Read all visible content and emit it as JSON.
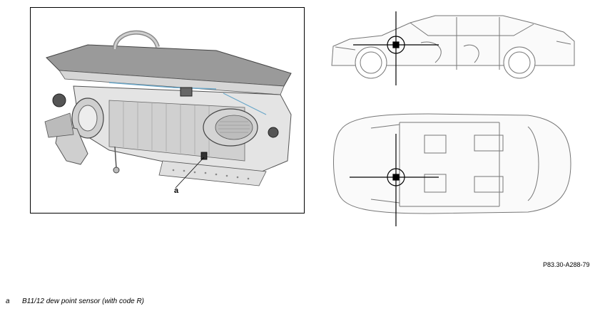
{
  "callout": {
    "label": "a"
  },
  "figure_code": "P83.30-A288-79",
  "legend": [
    {
      "key": "a",
      "text": "B11/12 dew point sensor (with code R)"
    }
  ]
}
